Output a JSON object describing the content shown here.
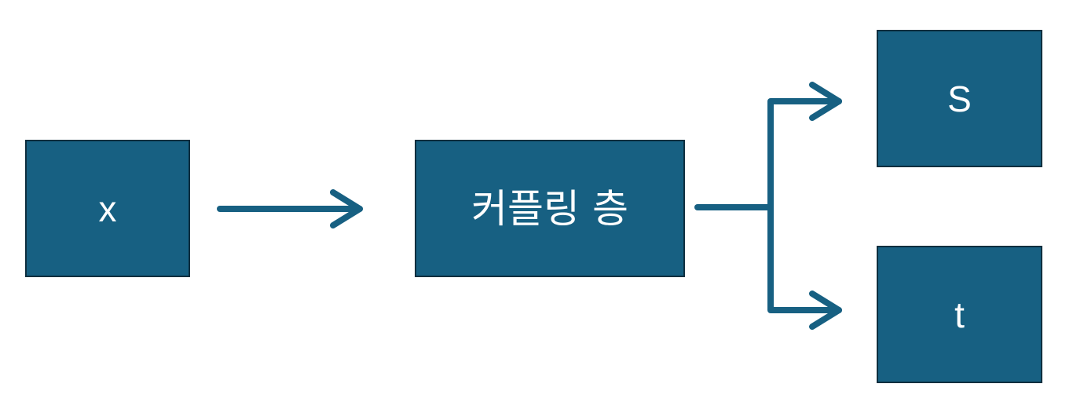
{
  "colors": {
    "box_fill": "#176082",
    "box_border": "#0e2f3f",
    "arrow": "#176082",
    "label": "#ffffff"
  },
  "nodes": {
    "input": {
      "label": "x"
    },
    "coupling_layer": {
      "label": "커플링 층"
    },
    "output_s": {
      "label": "S"
    },
    "output_t": {
      "label": "t"
    }
  }
}
